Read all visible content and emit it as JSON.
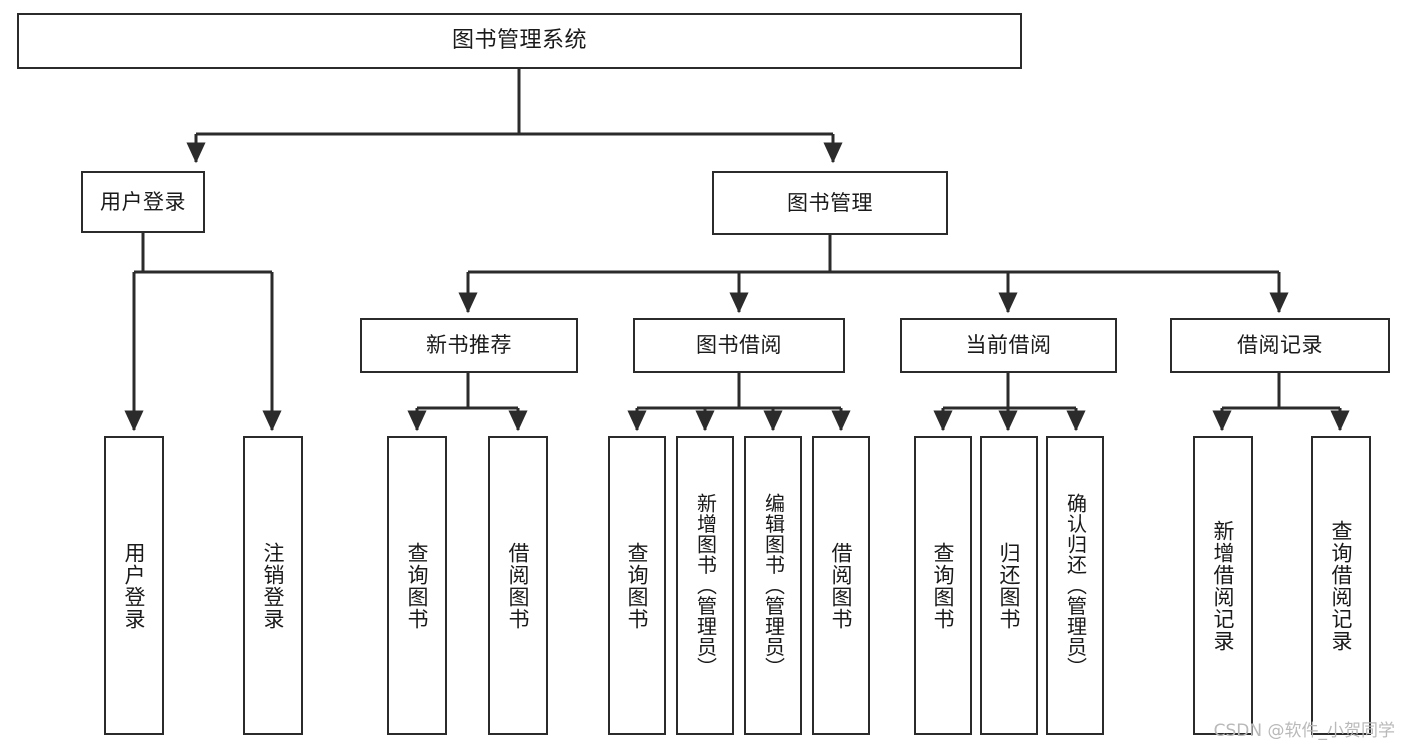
{
  "diagram": {
    "type": "tree-hierarchy",
    "title": "图书管理系统",
    "watermark": "CSDN @软件_小贺同学",
    "colors": {
      "stroke": "#2b2b2b",
      "fill": "#ffffff",
      "text": "#1a1a1a",
      "watermark": "#b9b9b9"
    },
    "nodes": {
      "root": {
        "label": "图书管理系统"
      },
      "level2": [
        {
          "id": "user-login",
          "label": "用户登录"
        },
        {
          "id": "book-manage",
          "label": "图书管理"
        }
      ],
      "level3": [
        {
          "id": "new-book-rec",
          "label": "新书推荐"
        },
        {
          "id": "book-borrow",
          "label": "图书借阅"
        },
        {
          "id": "current-borrow",
          "label": "当前借阅"
        },
        {
          "id": "borrow-record",
          "label": "借阅记录"
        }
      ],
      "leaves": [
        {
          "id": "leaf-user-login",
          "label": "用户登录",
          "parent": "user-login"
        },
        {
          "id": "leaf-logout",
          "label": "注销登录",
          "parent": "user-login"
        },
        {
          "id": "leaf-query-book-1",
          "label": "查询图书",
          "parent": "new-book-rec"
        },
        {
          "id": "leaf-borrow-book-1",
          "label": "借阅图书",
          "parent": "new-book-rec"
        },
        {
          "id": "leaf-query-book-2",
          "label": "查询图书",
          "parent": "book-borrow"
        },
        {
          "id": "leaf-add-book",
          "label": "新增图书（管理员）",
          "parent": "book-borrow"
        },
        {
          "id": "leaf-edit-book",
          "label": "编辑图书（管理员）",
          "parent": "book-borrow"
        },
        {
          "id": "leaf-borrow-book-2",
          "label": "借阅图书",
          "parent": "book-borrow"
        },
        {
          "id": "leaf-query-book-3",
          "label": "查询图书",
          "parent": "current-borrow"
        },
        {
          "id": "leaf-return-book",
          "label": "归还图书",
          "parent": "current-borrow"
        },
        {
          "id": "leaf-confirm-return",
          "label": "确认归还（管理员）",
          "parent": "current-borrow"
        },
        {
          "id": "leaf-add-record",
          "label": "新增借阅记录",
          "parent": "borrow-record"
        },
        {
          "id": "leaf-query-record",
          "label": "查询借阅记录",
          "parent": "borrow-record"
        }
      ]
    }
  }
}
